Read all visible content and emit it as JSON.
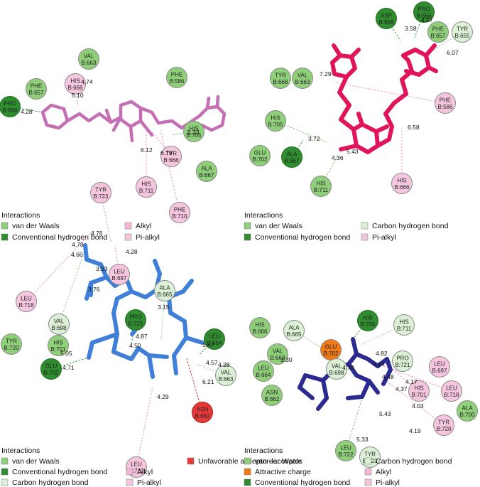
{
  "colors": {
    "van_der_waals": "#8fcf7a",
    "conventional_hbond": "#2f8c2f",
    "carbon_hbond": "#dcf0d6",
    "alkyl": "#f2b8d6",
    "pi_alkyl": "#f5c6de",
    "unfavorable": "#e63a3a",
    "attractive_charge": "#f07a18",
    "ligand_a": "#c46fb3",
    "ligand_b": "#e0145a",
    "ligand_c": "#3f7fd8",
    "ligand_d": "#2b2a8e"
  },
  "panels": [
    {
      "id": "a",
      "ligand_color_key": "ligand_a",
      "residues": [
        {
          "name": "VAL",
          "id": "B:663",
          "type": "van_der_waals"
        },
        {
          "name": "HIS",
          "id": "B:666",
          "type": "pi_alkyl"
        },
        {
          "name": "PHE",
          "id": "B:657",
          "type": "van_der_waals"
        },
        {
          "name": "PRO",
          "id": "B:656",
          "type": "conventional_hbond"
        },
        {
          "name": "PHE",
          "id": "B:586",
          "type": "van_der_waals"
        },
        {
          "name": "TYR",
          "id": "B:668",
          "type": "pi_alkyl"
        },
        {
          "name": "HIS",
          "id": "B:705",
          "type": "van_der_waals"
        },
        {
          "name": "ALA",
          "id": "B:667",
          "type": "van_der_waals"
        },
        {
          "name": "HIS",
          "id": "B:711",
          "type": "pi_alkyl"
        },
        {
          "name": "PHE",
          "id": "B:710",
          "type": "pi_alkyl"
        }
      ],
      "distances": [
        "4.28",
        "5.10",
        "4.74",
        "5.33",
        "6.12",
        "6.79"
      ],
      "legend_title": "Interactions",
      "legend": [
        {
          "label": "van der Waals",
          "type": "van_der_waals"
        },
        {
          "label": "Alkyl",
          "type": "alkyl"
        },
        {
          "label": "Conventional hydrogen bond",
          "type": "conventional_hbond"
        },
        {
          "label": "Pi-alkyl",
          "type": "pi_alkyl"
        }
      ]
    },
    {
      "id": "b",
      "ligand_color_key": "ligand_b",
      "residues": [
        {
          "name": "ASP",
          "id": "B:658",
          "type": "conventional_hbond"
        },
        {
          "name": "PRO",
          "id": "B:656",
          "type": "conventional_hbond"
        },
        {
          "name": "PHE",
          "id": "B:657",
          "type": "van_der_waals"
        },
        {
          "name": "TYR",
          "id": "B:655",
          "type": "carbon_hbond"
        },
        {
          "name": "PHE",
          "id": "B:586",
          "type": "pi_alkyl"
        },
        {
          "name": "TYR",
          "id": "B:668",
          "type": "van_der_waals"
        },
        {
          "name": "VAL",
          "id": "B:663",
          "type": "van_der_waals"
        },
        {
          "name": "HIS",
          "id": "B:705",
          "type": "van_der_waals"
        },
        {
          "name": "GLU",
          "id": "B:702",
          "type": "van_der_waals"
        },
        {
          "name": "ALA",
          "id": "B:667",
          "type": "conventional_hbond"
        },
        {
          "name": "HIS",
          "id": "B:711",
          "type": "van_der_waals"
        },
        {
          "name": "HIS",
          "id": "B:666",
          "type": "pi_alkyl"
        }
      ],
      "distances": [
        "3.58",
        "4.57",
        "6.07",
        "7.29",
        "6.58",
        "3.72",
        "4.36",
        "5.43"
      ],
      "legend_title": "Interactions",
      "legend": [
        {
          "label": "van der Waals",
          "type": "van_der_waals"
        },
        {
          "label": "Carbon hydrogen bond",
          "type": "carbon_hbond"
        },
        {
          "label": "Conventional hydrogen bond",
          "type": "conventional_hbond"
        },
        {
          "label": "Pi-alkyl",
          "type": "pi_alkyl"
        }
      ]
    },
    {
      "id": "c",
      "ligand_color_key": "ligand_c",
      "residues": [
        {
          "name": "TYR",
          "id": "B:723",
          "type": "pi_alkyl"
        },
        {
          "name": "LEU",
          "id": "B:697",
          "type": "pi_alkyl"
        },
        {
          "name": "ALA",
          "id": "B:665",
          "type": "carbon_hbond"
        },
        {
          "name": "LEU",
          "id": "B:718",
          "type": "pi_alkyl"
        },
        {
          "name": "VAL",
          "id": "B:698",
          "type": "carbon_hbond"
        },
        {
          "name": "PRO",
          "id": "B:721",
          "type": "conventional_hbond"
        },
        {
          "name": "TYR",
          "id": "B:720",
          "type": "van_der_waals"
        },
        {
          "name": "HIS",
          "id": "B:701",
          "type": "van_der_waals"
        },
        {
          "name": "LEU",
          "id": "B:664",
          "type": "conventional_hbond"
        },
        {
          "name": "GLU",
          "id": "B:702",
          "type": "conventional_hbond"
        },
        {
          "name": "VAL",
          "id": "B:663",
          "type": "carbon_hbond"
        },
        {
          "name": "ASN",
          "id": "B:662",
          "type": "unfavorable"
        },
        {
          "name": "LEU",
          "id": "B:722",
          "type": "pi_alkyl"
        }
      ],
      "distances": [
        "4.76",
        "4.28",
        "4.78",
        "4.66",
        "3.93",
        "3.15",
        "3.76",
        "4.87",
        "4.50",
        "3.47",
        "5.05",
        "4.71",
        "4.57",
        "4.28",
        "6.21",
        "4.29"
      ],
      "legend_title": "Interactions",
      "legend": [
        {
          "label": "van der Waals",
          "type": "van_der_waals"
        },
        {
          "label": "Unfavorable acceptor–acceptor",
          "type": "unfavorable"
        },
        {
          "label": "Conventional hydrogen bond",
          "type": "conventional_hbond"
        },
        {
          "label": "Alkyl",
          "type": "alkyl"
        },
        {
          "label": "Carbon hydrogen bond",
          "type": "carbon_hbond"
        },
        {
          "label": "Pi-alkyl",
          "type": "pi_alkyl"
        }
      ]
    },
    {
      "id": "d",
      "ligand_color_key": "ligand_d",
      "residues": [
        {
          "name": "HIS",
          "id": "B:705",
          "type": "conventional_hbond"
        },
        {
          "name": "HIS",
          "id": "B:711",
          "type": "carbon_hbond"
        },
        {
          "name": "HIS",
          "id": "B:666",
          "type": "van_der_waals"
        },
        {
          "name": "ALA",
          "id": "B:665",
          "type": "carbon_hbond"
        },
        {
          "name": "GLU",
          "id": "B:702",
          "type": "attractive_charge"
        },
        {
          "name": "PRO",
          "id": "B:721",
          "type": "carbon_hbond"
        },
        {
          "name": "LEU",
          "id": "B:697",
          "type": "pi_alkyl"
        },
        {
          "name": "VAL",
          "id": "B:663",
          "type": "van_der_waals"
        },
        {
          "name": "VAL",
          "id": "B:698",
          "type": "carbon_hbond"
        },
        {
          "name": "HIS",
          "id": "B:701",
          "type": "pi_alkyl"
        },
        {
          "name": "LEU",
          "id": "B:718",
          "type": "pi_alkyl"
        },
        {
          "name": "LEU",
          "id": "B:664",
          "type": "van_der_waals"
        },
        {
          "name": "ALA",
          "id": "B:700",
          "type": "van_der_waals"
        },
        {
          "name": "ASN",
          "id": "B:662",
          "type": "van_der_waals"
        },
        {
          "name": "TYR",
          "id": "B:720",
          "type": "pi_alkyl"
        },
        {
          "name": "LEU",
          "id": "B:722",
          "type": "van_der_waals"
        },
        {
          "name": "TYR",
          "id": "B:723",
          "type": "carbon_hbond"
        }
      ],
      "distances": [
        "4.82",
        "5.14",
        "3.30",
        "4.78",
        "4.48",
        "4.17",
        "4.37",
        "4.03",
        "5.43",
        "4.19",
        "5.33"
      ],
      "legend_title": "Interactions",
      "legend": [
        {
          "label": "van der Waals",
          "type": "van_der_waals"
        },
        {
          "label": "Carbon hydrogen bond",
          "type": "carbon_hbond"
        },
        {
          "label": "Attractive charge",
          "type": "attractive_charge"
        },
        {
          "label": "Alkyl",
          "type": "alkyl"
        },
        {
          "label": "Conventional hydrogen bond",
          "type": "conventional_hbond"
        },
        {
          "label": "Pi-alkyl",
          "type": "pi_alkyl"
        }
      ]
    }
  ]
}
